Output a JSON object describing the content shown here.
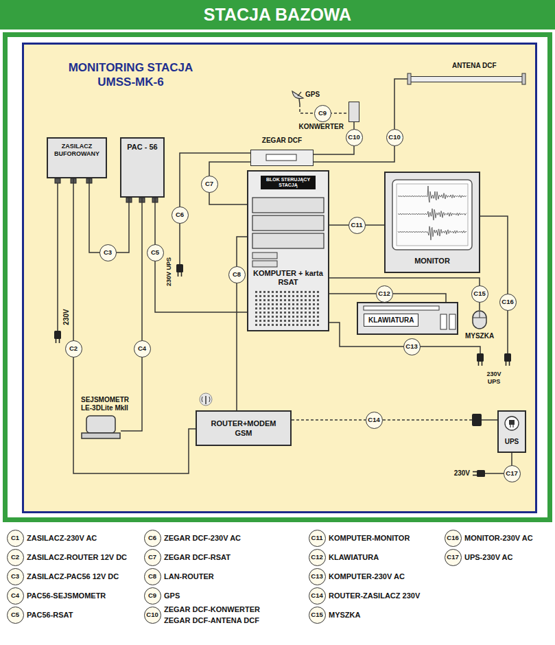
{
  "diagram": {
    "title": "STACJA BAZOWA",
    "nodes": [
      {
        "text": [
          "MONITORING STACJA UMSS-MK-6"
        ]
      },
      {
        "text": [
          "GPS"
        ],
        "in": 0
      },
      {
        "text": [
          "KONWERTER"
        ],
        "in": 0
      },
      {
        "text": [
          "ANTENA DCF"
        ],
        "in": 0
      },
      {
        "text": [
          "ZEGAR DCF"
        ],
        "in": 0
      },
      {
        "text": [
          "ZASILACZ BUFOROWANY"
        ],
        "in": 0
      },
      {
        "text": [
          "PAC - 56"
        ],
        "in": 0
      },
      {
        "text": [
          "BLOK STERUJĄCY STACJĄ",
          "KOMPUTER + karta RSAT"
        ],
        "in": 0
      },
      {
        "text": [
          "MONITOR"
        ],
        "in": 0
      },
      {
        "text": [
          "KLAWIATURA"
        ],
        "in": 0
      },
      {
        "text": [
          "MYSZKA"
        ],
        "in": 0
      },
      {
        "text": [
          "SEJSMOMETR LE-3DLite MkII"
        ],
        "in": 0
      },
      {
        "text": [
          "ROUTER+MODEM GSM"
        ],
        "in": 0
      },
      {
        "text": [
          "UPS"
        ],
        "in": 0
      }
    ],
    "edges": [
      {
        "from": 5,
        "to": 12,
        "arrow": "none",
        "label": "C2"
      },
      {
        "from": 5,
        "to": 6,
        "arrow": "none",
        "label": "C3"
      },
      {
        "from": 6,
        "to": 11,
        "arrow": "none",
        "label": "C4"
      },
      {
        "from": 6,
        "to": 7,
        "arrow": "none",
        "label": "C5"
      },
      {
        "from": 4,
        "to": 7,
        "arrow": "none",
        "label": "C7"
      },
      {
        "from": 7,
        "to": 12,
        "arrow": "none",
        "label": "C8"
      },
      {
        "from": 1,
        "to": 2,
        "arrow": "none",
        "label": "C9"
      },
      {
        "from": 2,
        "to": 4,
        "arrow": "none",
        "label": "C10"
      },
      {
        "from": 3,
        "to": 4,
        "arrow": "none",
        "label": "C10"
      },
      {
        "from": 7,
        "to": 8,
        "arrow": "none",
        "label": "C11"
      },
      {
        "from": 7,
        "to": 9,
        "arrow": "none",
        "label": "C12"
      },
      {
        "from": 7,
        "to": 10,
        "arrow": "none",
        "label": "C15"
      }
    ],
    "labels": [
      "230V",
      "C6",
      "230V UPS",
      "C13",
      "C16",
      "230V UPS",
      "C14",
      "C17",
      "230V",
      "C1",
      "C2",
      "C3",
      "C4",
      "C5",
      "C6",
      "C7",
      "C8",
      "C9",
      "C10",
      "C11",
      "C12",
      "C13",
      "C14",
      "C15",
      "C16",
      "C17"
    ],
    "legend": [
      {
        "text": "ZASILACZ-230V AC"
      },
      {
        "text": "ZASILACZ-ROUTER 12V DC"
      },
      {
        "text": "ZASILACZ-PAC56 12V DC"
      },
      {
        "text": "PAC56-SEJSMOMETR"
      },
      {
        "text": "PAC56-RSAT"
      },
      {
        "text": "ZEGAR DCF-230V AC"
      },
      {
        "text": "ZEGAR DCF-RSAT"
      },
      {
        "text": "LAN-ROUTER"
      },
      {
        "text": "GPS"
      },
      {
        "text": "ZEGAR DCF-KONWERTER"
      },
      {
        "text": "ZEGAR DCF-ANTENA DCF"
      },
      {
        "text": "KOMPUTER-MONITOR"
      },
      {
        "text": "KLAWIATURA"
      },
      {
        "text": "KOMPUTER-230V AC"
      },
      {
        "text": "ROUTER-ZASILACZ 230V"
      },
      {
        "text": "MYSZKA"
      },
      {
        "text": "MONITOR-230V AC"
      },
      {
        "text": "UPS-230V AC"
      }
    ]
  }
}
